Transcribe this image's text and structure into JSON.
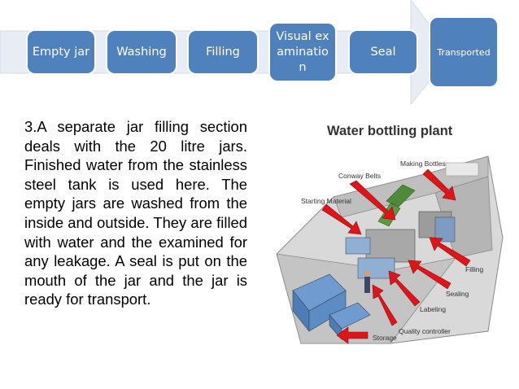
{
  "flow": {
    "steps": [
      {
        "label": "Empty jar"
      },
      {
        "label": "Washing"
      },
      {
        "label": "Filling"
      },
      {
        "label": "Visual examination"
      },
      {
        "label": "Seal"
      },
      {
        "label": "Transported"
      }
    ],
    "colors": {
      "box": "#4f81bd",
      "arrow": "#e8edf5",
      "arrow_edge": "#d4dcea"
    }
  },
  "body_text": "3.A separate jar filling section deals with the 20 litre jars. Finished water from the stainless steel tank is used here. The empty jars are washed from the inside and outside. They are filled with water and the examined for any leakage. A seal is put on the mouth of the jar and the jar is ready for transport.",
  "figure": {
    "title": "Water bottling plant",
    "labels": {
      "conway_belts": "Conway Belts",
      "making_bottles": "Making Bottles",
      "starting_material": "Starting Material",
      "filling": "Filling",
      "sealing": "Sealing",
      "labeling": "Labeling",
      "quality_controller": "Quality controller",
      "storage": "Storage"
    },
    "arrow_color": "#e0151a"
  }
}
